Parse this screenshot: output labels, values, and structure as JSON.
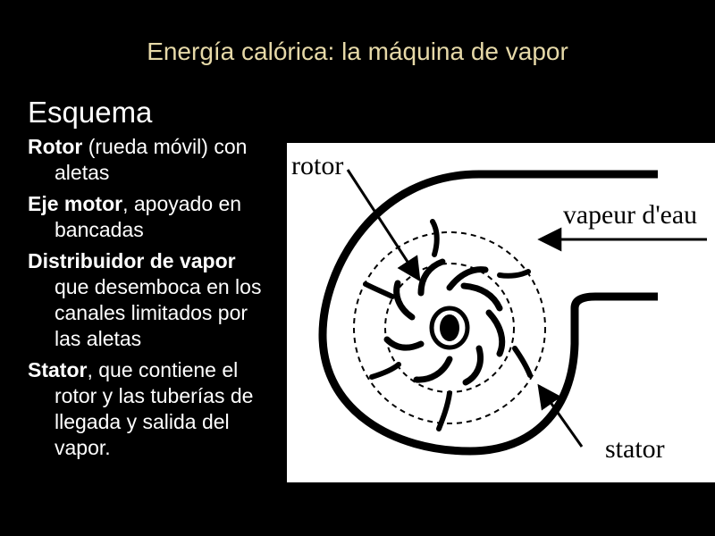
{
  "slide": {
    "title": "Energía calórica: la máquina de vapor",
    "heading": "Esquema",
    "items": [
      {
        "bold": "Rotor",
        "text": " (rueda móvil) con aletas"
      },
      {
        "bold": "Eje motor",
        "text": ", apoyado en bancadas"
      },
      {
        "bold": "Distribuidor de vapor",
        "text": " que desemboca en los canales limitados por las aletas"
      },
      {
        "bold": "Stator",
        "text": ", que contiene el rotor y las tuberías de llegada y salida del vapor."
      }
    ]
  },
  "figure": {
    "labels": {
      "rotor": "rotor",
      "steam": "vapeur d'eau",
      "stator": "stator"
    }
  },
  "colors": {
    "background": "#000000",
    "title": "#e6d9a8",
    "text": "#ffffff",
    "figure_background": "#ffffff",
    "figure_ink": "#000000"
  }
}
